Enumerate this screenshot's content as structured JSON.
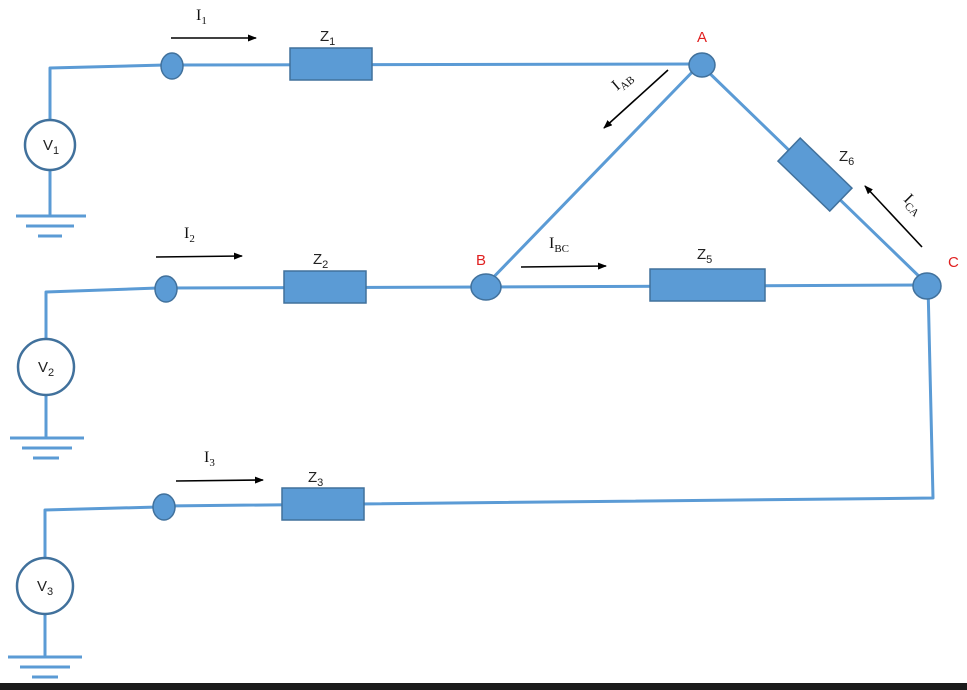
{
  "sources": [
    {
      "main": "V",
      "sub": "1"
    },
    {
      "main": "V",
      "sub": "2"
    },
    {
      "main": "V",
      "sub": "3"
    }
  ],
  "impedances": [
    {
      "main": "Z",
      "sub": "1"
    },
    {
      "main": "Z",
      "sub": "2"
    },
    {
      "main": "Z",
      "sub": "3"
    },
    {
      "main": "Z",
      "sub": "5"
    },
    {
      "main": "Z",
      "sub": "6"
    }
  ],
  "currents": [
    {
      "main": "I",
      "sub": "1"
    },
    {
      "main": "I",
      "sub": "2"
    },
    {
      "main": "I",
      "sub": "3"
    },
    {
      "main": "I",
      "sub": "AB"
    },
    {
      "main": "I",
      "sub": "BC"
    },
    {
      "main": "I",
      "sub": "CA"
    }
  ],
  "nodes": {
    "a": "A",
    "b": "B",
    "c": "C"
  },
  "colors": {
    "wire": "#5b9bd5",
    "component_fill": "#5b9bd5",
    "component_stroke": "#41719c",
    "node_label": "#e02020",
    "arrow": "#000000"
  }
}
